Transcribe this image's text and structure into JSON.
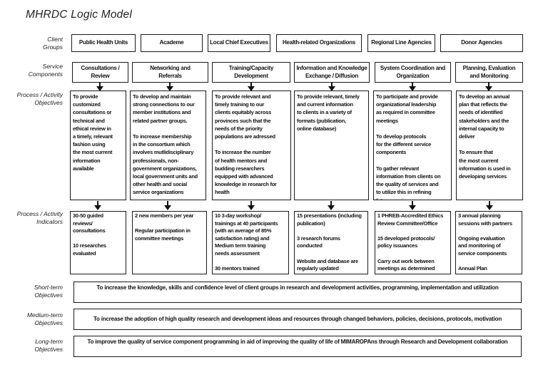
{
  "title": "MHRDC Logic Model",
  "colors": {
    "background": "#ffffff",
    "border": "#1a1a1a",
    "text": "#111111"
  },
  "row_labels": {
    "client_groups": "Client\nGroups",
    "service_components": "Service\nComponents",
    "process_objectives": "Process / Activity\nObjectives",
    "process_indicators": "Process / Activity\nIndicators",
    "short_term": "Short-term\nObjectives",
    "medium_term": "Medium-term\nObjectives",
    "long_term": "Long-term\nObjectives"
  },
  "columns": [
    {
      "client_group": "Public Health Units",
      "service_component": "Consultations /\nReview",
      "objectives": "To provide\ncustomized\nconsultations or\ntechnical and\nethical review in\na timely, relevant\nfashion using\nthe most current\ninformation\navailable",
      "indicators": "30-50 guided\nreviews/\nconsultations\n\n10 researches\nevaluated"
    },
    {
      "client_group": "Academe",
      "service_component": "Networking and\nReferrals",
      "objectives": "To develop and maintain\nstrong connections to our\nmember institutions and\nrelated partner groups.\n\nTo increase membership\nin the consortium which\ninvolves mutlidisciplinary\nprofessionals, non-\ngovernment organizations,\nlocal government units and\nother health and social\nservice organizations",
      "indicators": "2 new members per year\n\nRegular participation in\ncommittee meetings"
    },
    {
      "client_group": "Local Chief Executives",
      "service_component": "Training/Capacity\nDevelopment",
      "objectives": "To provide relevant and\ntimely training to our\nclients equitably across\nprovinces such that the\nneeds of the priority\npopulations are adressed\n\nTo increase the number\nof health mentors and\nbudding researchers\nequipped with advanced\nknowledge in research for\nhealth",
      "indicators": "10 3-day workshop/\ntrainings at 40 participants\n(with an average of 85%\nsatisfaction rating) and\nMedium term training\nneeds assessment\n\n30 mentors trained"
    },
    {
      "client_group": "Health-related Organizations",
      "service_component": "Information and Knowledge\nExchange / Diffusion",
      "objectives": "To provide relevant, timely\nand current information\nto clients in a variety of\nformats (publication,\nonline database)",
      "indicators": "15 presentations (including\npublication)\n\n3 research forums\nconducted\n\nWebsite and database are\nregularly updated"
    },
    {
      "client_group": "Regional Line Agencies",
      "service_component": "System Coordination and\nOrganization",
      "objectives": "To participate and provide\norganizational leadership\nas required in committee\nmeetings\n\nTo develop protocols\nfor the different service\ncomponents\n\nTo gather relevant\ninformation from clients on\nthe quality of services and\nto utilize this in refining\nfuture services",
      "indicators": "1 PHREB-Accredited Ethics\nReview Committee/Office\n\n15 developed protocols/\npolicy issuances\n\nCarry out work between\nmeetings as determined"
    },
    {
      "client_group": "Donor Agencies",
      "service_component": "Planning, Evaluation\nand Monitoring",
      "objectives": "To develop an annual\nplan that reflects the\nneeds of identified\nstakeholders and the\ninternal capacity to\ndeliver\n\nTo ensure that\nthe most current\ninformation is used in\ndeveloping services",
      "indicators": "3 annual planning\nsessions with partners\n\nOngoing evaluation\nand monitoring of\nservice components\n\nAnnual Plan"
    }
  ],
  "outcomes": {
    "short_term": "To increase the knowledge, skills and confidence level of client groups in research and development activities, programming, implementation and utilization",
    "medium_term": "To increase the adoption of high quality research and development ideas and resources through changed behaviors, policies, decisions, protocols, motivation",
    "long_term": "To improve the quality of service component programming in aid of improving the quality of life of MIMAROPAns through Research and Development collaboration"
  }
}
